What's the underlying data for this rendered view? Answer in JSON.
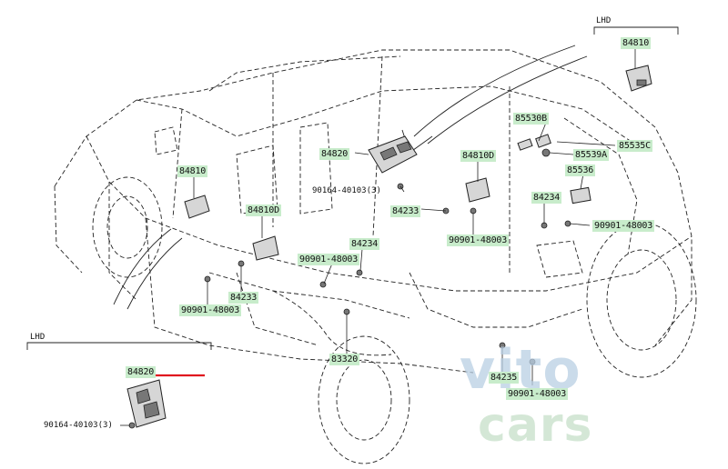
{
  "region_labels": {
    "lhd_top": "LHD",
    "lhd_bottom": "LHD"
  },
  "parts": {
    "p84810_lhd": "84810",
    "p85530b": "85530B",
    "p85535c": "85535C",
    "p85539a": "85539A",
    "p85536": "85536",
    "p84820_top": "84820",
    "p84810_left": "84810",
    "p90164_top": "90164-40103(3)",
    "p84810d_right": "84810D",
    "p84233_right": "84233",
    "p84234_right": "84234",
    "p90901_right": "90901-48003",
    "p84810d_mid": "84810D",
    "p90901_rbelow": "90901-48003",
    "p84234_mid": "84234",
    "p90901_mid": "90901-48003",
    "p84233_left": "84233",
    "p90901_left": "90901-48003",
    "p83320": "83320",
    "p84235": "84235",
    "p90901_bottom": "90901-48003",
    "p84820_lhd": "84820",
    "p90164_lhd": "90164-40103(3)"
  },
  "watermark": {
    "line1": "vito",
    "line2": "cars"
  },
  "colors": {
    "label_bg": "#c8eccb",
    "highlight": "#e0141e",
    "watermark": "#b9cfe3"
  }
}
